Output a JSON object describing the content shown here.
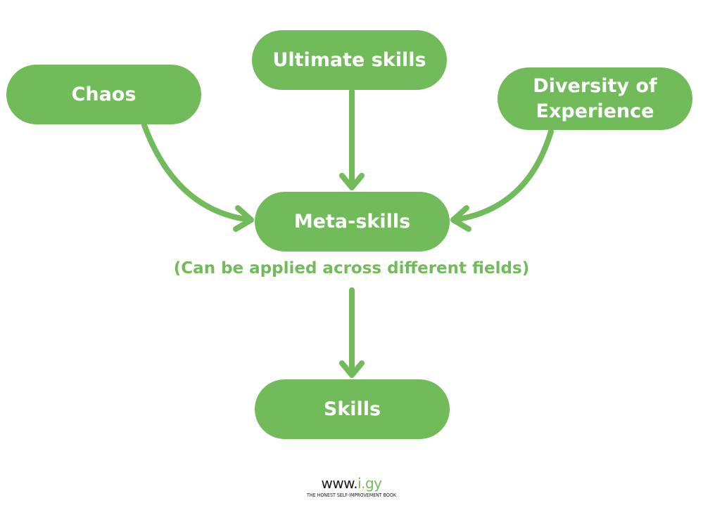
{
  "diagram": {
    "nodes": {
      "chaos": "Chaos",
      "ultimate": "Ultimate skills",
      "diversity": "Diversity of Experience",
      "meta": "Meta-skills",
      "skills": "Skills"
    },
    "meta_caption": "(Can be applied across different fields)",
    "edges": [
      {
        "from": "Chaos",
        "to": "Meta-skills"
      },
      {
        "from": "Ultimate skills",
        "to": "Meta-skills"
      },
      {
        "from": "Diversity of Experience",
        "to": "Meta-skills"
      },
      {
        "from": "Meta-skills",
        "to": "Skills"
      }
    ]
  },
  "watermark": {
    "url_prefix": "www.",
    "url_accent": "i.gy",
    "tagline": "THE HONEST SELF-IMPROVEMENT BOOK"
  },
  "colors": {
    "node_fill": "#72bb5a",
    "node_text": "#ffffff",
    "arrow": "#72bb5a",
    "caption": "#72bb5a"
  }
}
